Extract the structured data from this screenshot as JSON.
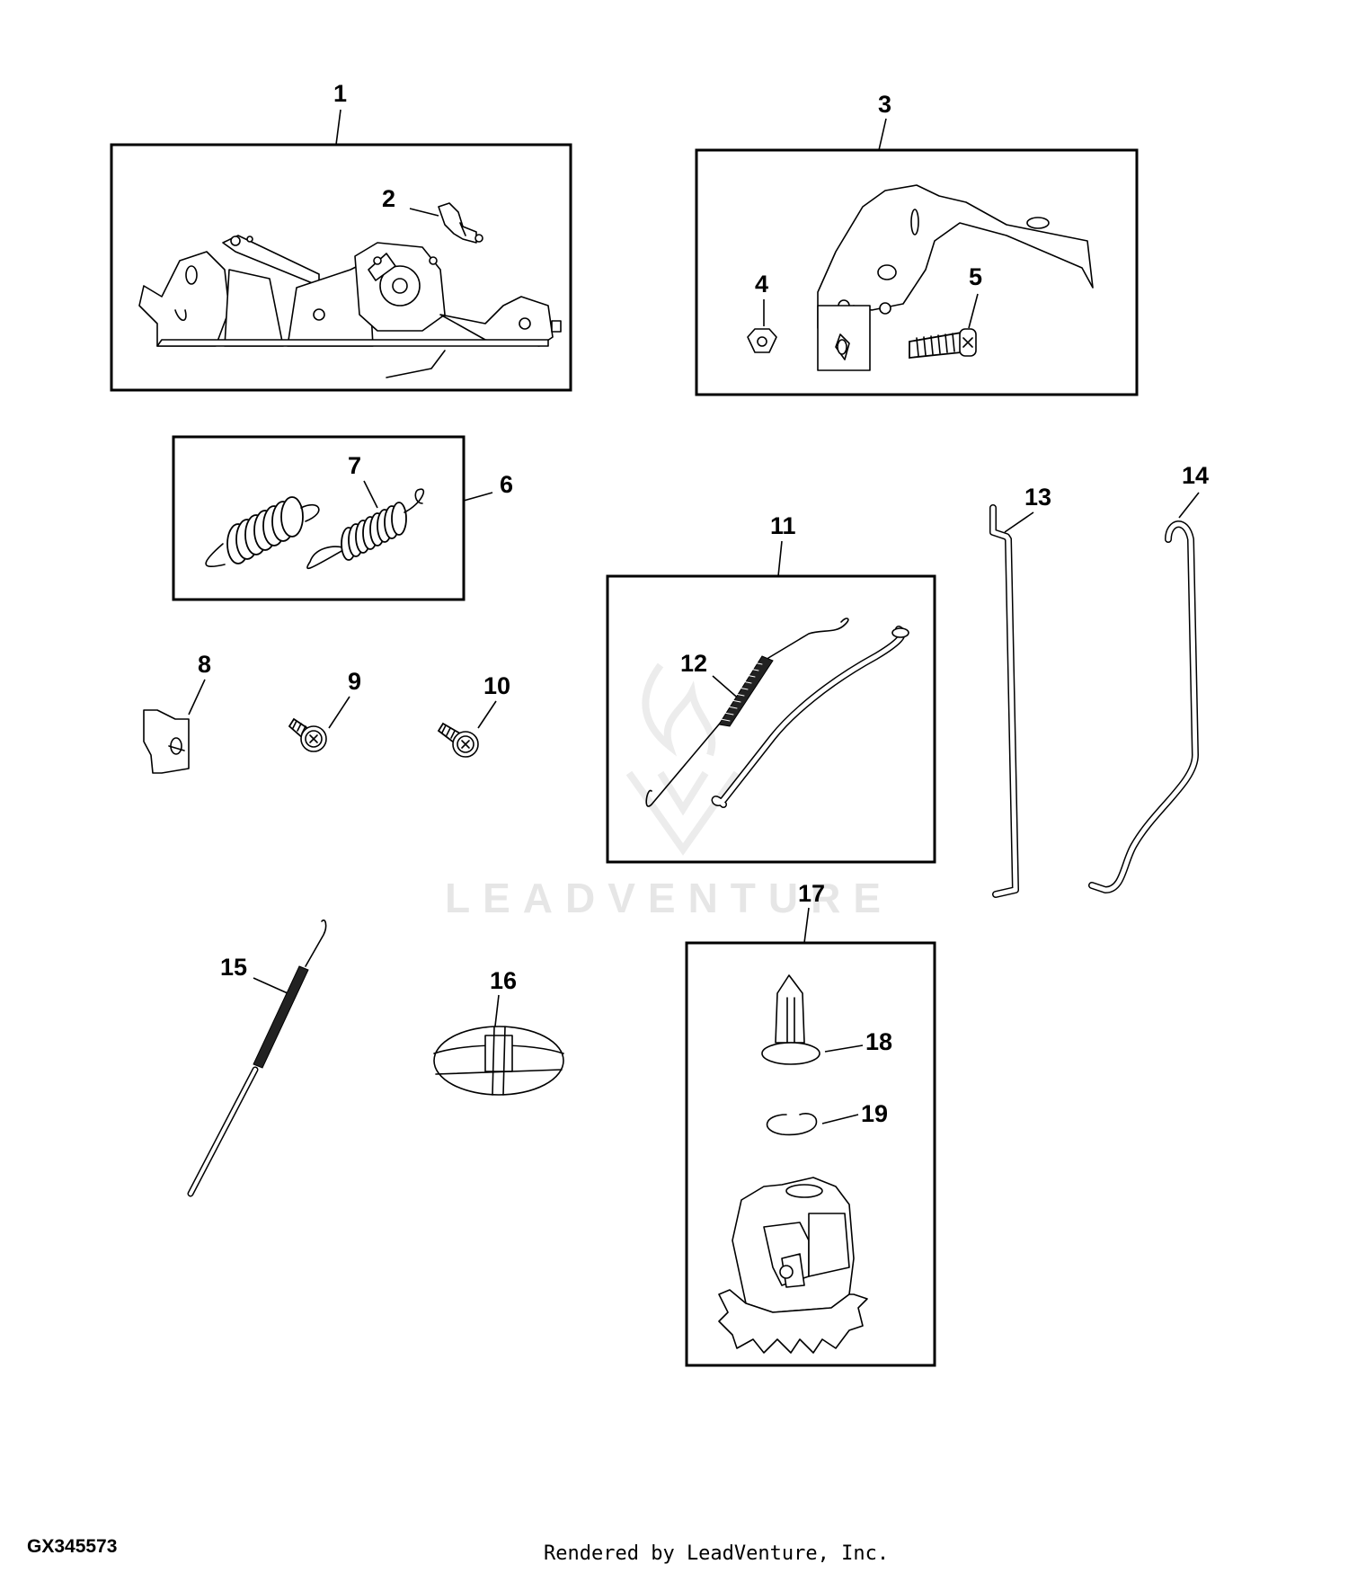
{
  "callouts": [
    "1",
    "2",
    "3",
    "4",
    "5",
    "6",
    "7",
    "8",
    "9",
    "10",
    "11",
    "12",
    "13",
    "14",
    "15",
    "16",
    "17",
    "18",
    "19"
  ],
  "watermark": "LEADVENTURE",
  "figure_id": "GX345573",
  "credit": "Rendered by LeadVenture, Inc."
}
